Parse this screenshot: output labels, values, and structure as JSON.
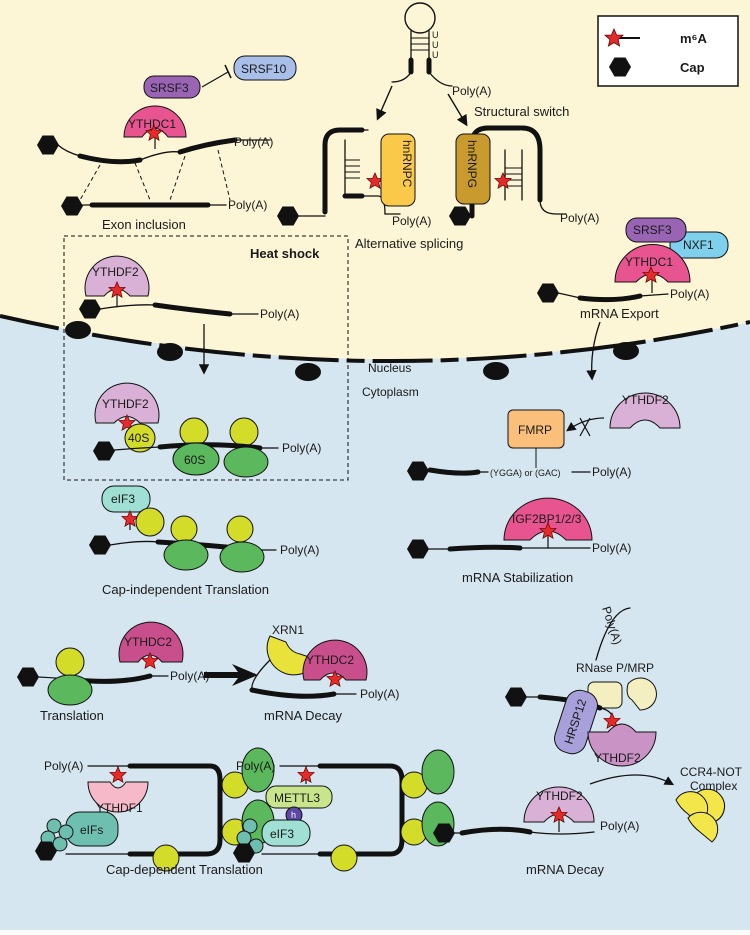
{
  "colors": {
    "nucleus_bg": "#fcf5d6",
    "cytoplasm_bg": "#d5e6f0",
    "ythdc1": "#e8548f",
    "srsf3": "#9a64b5",
    "srsf10": "#a9bee8",
    "ythdf": "#d9b0d6",
    "ythdc2": "#c94f8c",
    "hnrnpc": "#fbc94a",
    "hnrnpg": "#c99a2e",
    "nxf1": "#7ed0ec",
    "fmrp": "#fbbf7c",
    "ribo_small": "#d4dc2a",
    "ribo_large": "#5bb85c",
    "eif3": "#9fdfd4",
    "xrn1": "#e8e23a",
    "ccr4": "#f3e64a",
    "hrsp12": "#a7a0da",
    "rnase": "#f3efc1",
    "methyl": "#5a47a6",
    "star": "#e32b2b"
  },
  "legend": {
    "m6a": "m⁶A",
    "cap": "Cap"
  },
  "nucleus": {
    "label": "Nucleus",
    "exon_inclusion": {
      "srsf3": "SRSF3",
      "srsf10": "SRSF10",
      "ythdc1": "YTHDC1",
      "poly_a_top": "Poly(A)",
      "poly_a_bottom": "Poly(A)",
      "caption": "Exon inclusion"
    },
    "alt_splicing": {
      "loop_bases": "UUU",
      "poly_a_hairpin": "Poly(A)",
      "structural_switch": "Structural switch",
      "hnrnpc": "hnRNPC",
      "hnrnpg": "hnRNPG",
      "poly_a_c": "Poly(A)",
      "poly_a_g": "Poly(A)",
      "caption": "Alternative splicing"
    },
    "export": {
      "srsf3": "SRSF3",
      "nxf1": "NXF1",
      "ythdc1": "YTHDC1",
      "poly_a": "Poly(A)",
      "caption": "mRNA Export"
    }
  },
  "cytoplasm": {
    "label": "Cytoplasm",
    "heat_shock": {
      "title": "Heat shock",
      "ythdf2_top": "YTHDF2",
      "poly_a_top": "Poly(A)",
      "ythdf2_bottom": "YTHDF2",
      "s40": "40S",
      "s60": "60S",
      "poly_a_bottom": "Poly(A)"
    },
    "cap_independent": {
      "eif3": "eIF3",
      "poly_a": "Poly(A)",
      "caption": "Cap-independent Translation"
    },
    "fmrp": {
      "ythdf2": "YTHDF2",
      "fmrp": "FMRP",
      "motif": "(YGGA) or (GAC)",
      "poly_a": "Poly(A)"
    },
    "stabilization": {
      "igf2bp": "IGF2BP1/2/3",
      "poly_a": "Poly(A)",
      "caption": "mRNA Stabilization"
    },
    "translation": {
      "ythdc2": "YTHDC2",
      "poly_a": "Poly(A)",
      "caption": "Translation"
    },
    "decay_xrn1": {
      "xrn1": "XRN1",
      "ythdc2": "YTHDC2",
      "poly_a": "Poly(A)",
      "caption": "mRNA Decay"
    },
    "rnase": {
      "poly_a": "Poly(A)",
      "rnase": "RNase P/MRP",
      "hrsp12": "HRSP12",
      "ythdf2": "YTHDF2"
    },
    "cap_dependent": {
      "poly_a_left": "Poly(A)",
      "ythdf1": "YTHDF1",
      "eifs": "eIFs",
      "poly_a_right": "Poly(A)",
      "mettl3": "METTL3",
      "methyl_mark": "h",
      "eif3": "eIF3",
      "caption": "Cap-dependent Translation"
    },
    "ccr4": {
      "ythdf2": "YTHDF2",
      "complex_line1": "CCR4-NOT",
      "complex_line2": "Complex",
      "poly_a": "Poly(A)",
      "caption": "mRNA Decay"
    }
  }
}
